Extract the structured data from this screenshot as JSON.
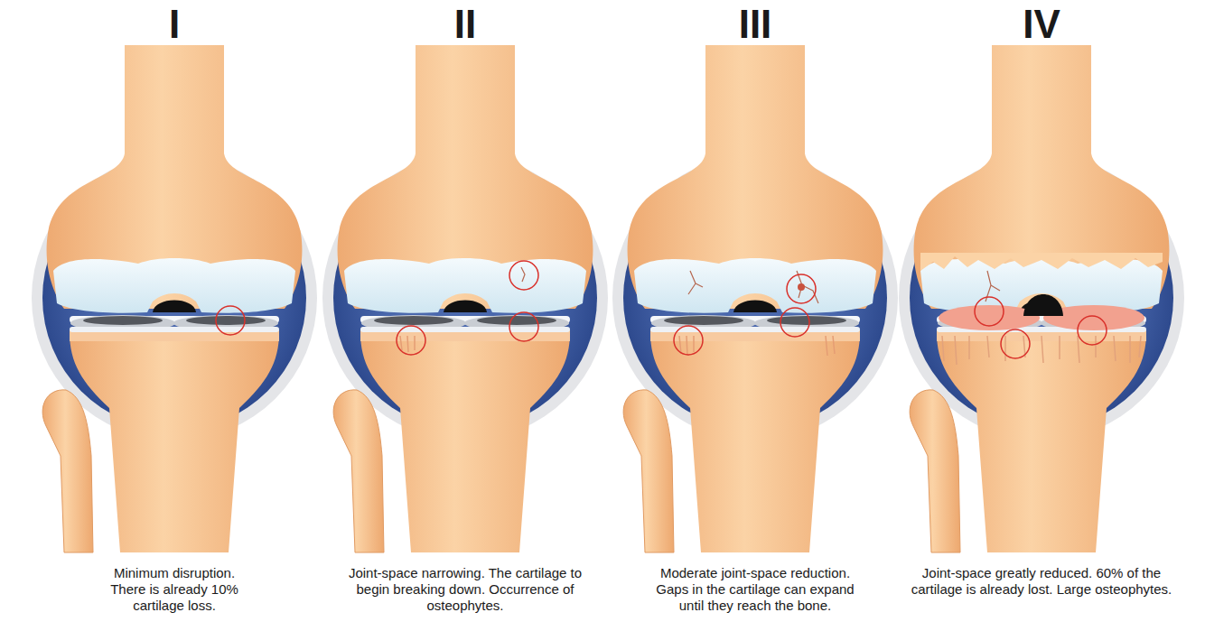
{
  "diagram": {
    "labels": [
      "I",
      "Minimum disruption. There is already 10% cartilage loss.",
      "II",
      "Joint-space narrowing. The cartilage to begin breaking down. Occurrence of osteophytes.",
      "III",
      "Moderate joint-space reduction. Gaps in the cartilage can expand until they reach the bone.",
      "IV",
      "Joint-space greatly reduced. 60% of the cartilage is already lost. Large osteophytes."
    ]
  }
}
